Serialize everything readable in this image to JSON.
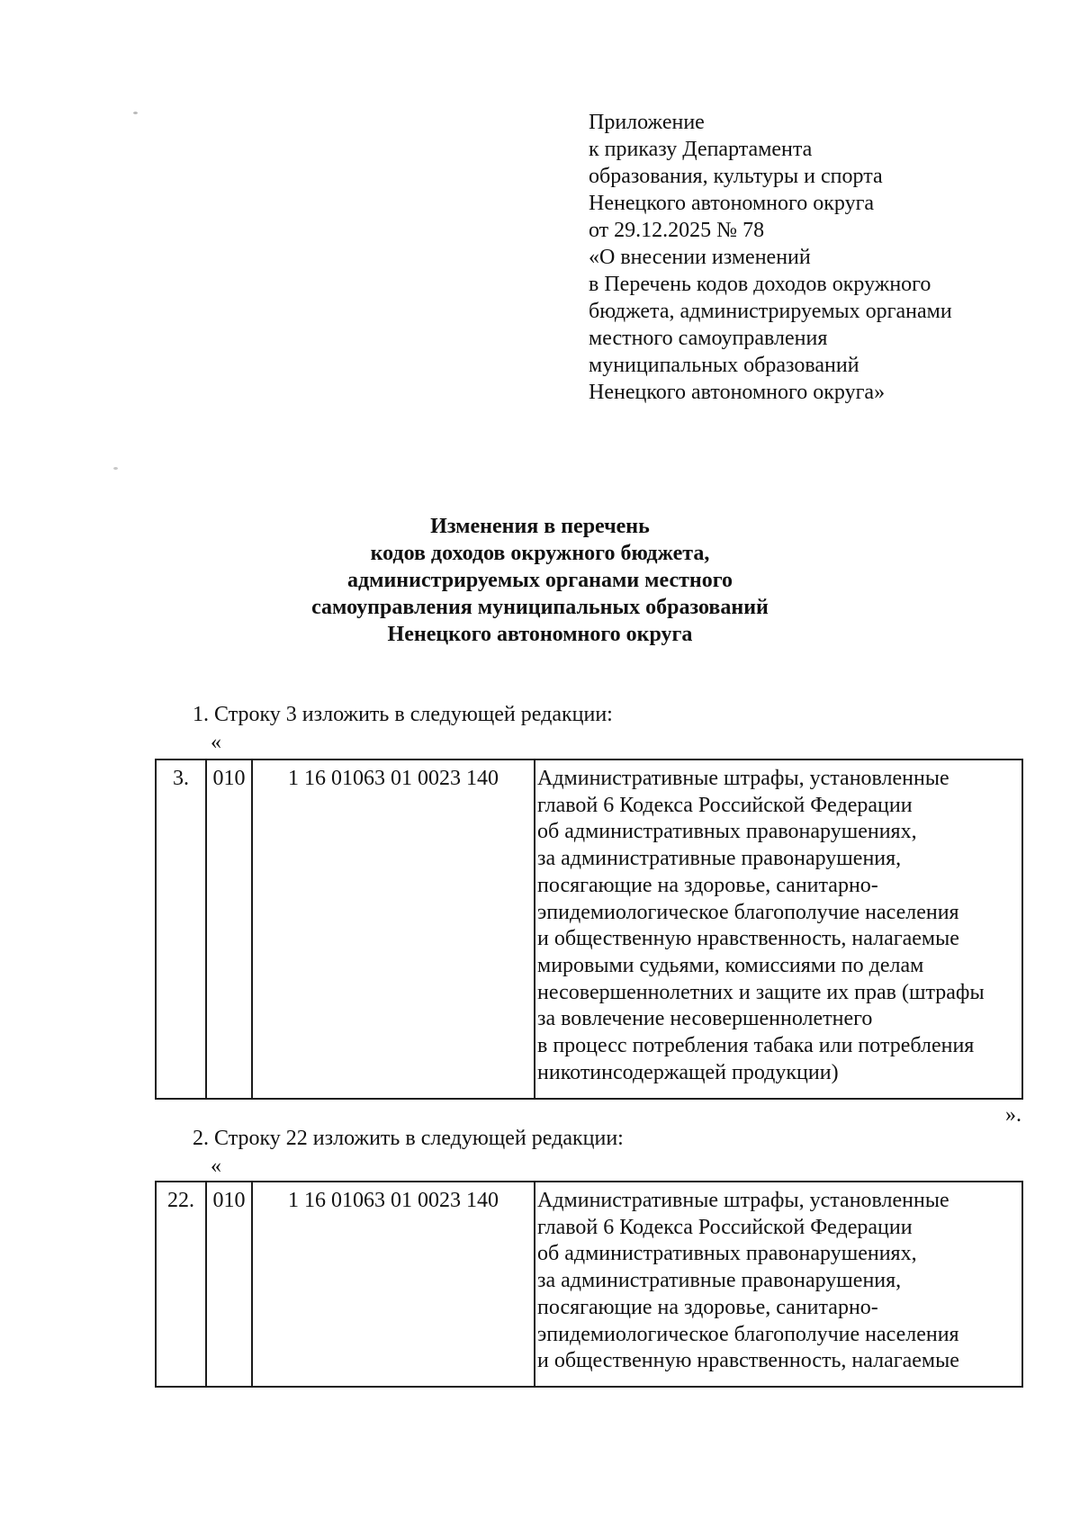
{
  "appendix": {
    "lines": [
      "Приложение",
      "к приказу Департамента",
      "образования, культуры и спорта",
      "Ненецкого автономного округа",
      "от 29.12.2025 № 78",
      "«О внесении изменений",
      "в Перечень кодов доходов окружного",
      "бюджета, администрируемых органами",
      "местного самоуправления",
      "муниципальных образований",
      "Ненецкого автономного округа»"
    ]
  },
  "title": {
    "lines": [
      "Изменения в перечень",
      "кодов доходов окружного бюджета,",
      "администрируемых органами местного",
      "самоуправления муниципальных образований",
      "Ненецкого автономного округа"
    ]
  },
  "sections": [
    {
      "heading": "1. Строку 3 изложить в следующей редакции:",
      "open_quote": "«",
      "close_quote": "».",
      "table": {
        "row_number": "3.",
        "admin_code": "010",
        "budget_code": "1 16 01063 01 0023 140",
        "description_lines": [
          "Административные штрафы, установленные",
          "главой 6 Кодекса Российской Федерации",
          "об административных правонарушениях,",
          "за административные правонарушения,",
          "посягающие на здоровье, санитарно-",
          "эпидемиологическое благополучие населения",
          "и общественную нравственность, налагаемые",
          "мировыми судьями, комиссиями по делам",
          "несовершеннолетних и защите их прав (штрафы",
          "за вовлечение несовершеннолетнего",
          "в процесс потребления табака или потребления",
          "никотинсодержащей продукции)"
        ]
      }
    },
    {
      "heading": "2. Строку 22 изложить в следующей редакции:",
      "open_quote": "«",
      "table": {
        "row_number": "22.",
        "admin_code": "010",
        "budget_code": "1 16 01063 01 0023 140",
        "description_lines": [
          "Административные штрафы, установленные",
          "главой 6 Кодекса Российской Федерации",
          "об административных правонарушениях,",
          "за административные правонарушения,",
          "посягающие на здоровье, санитарно-",
          "эпидемиологическое благополучие населения",
          "и общественную нравственность, налагаемые"
        ]
      }
    }
  ],
  "colors": {
    "background": "#ffffff",
    "text": "#111111",
    "table_border": "#1c1c1c"
  }
}
